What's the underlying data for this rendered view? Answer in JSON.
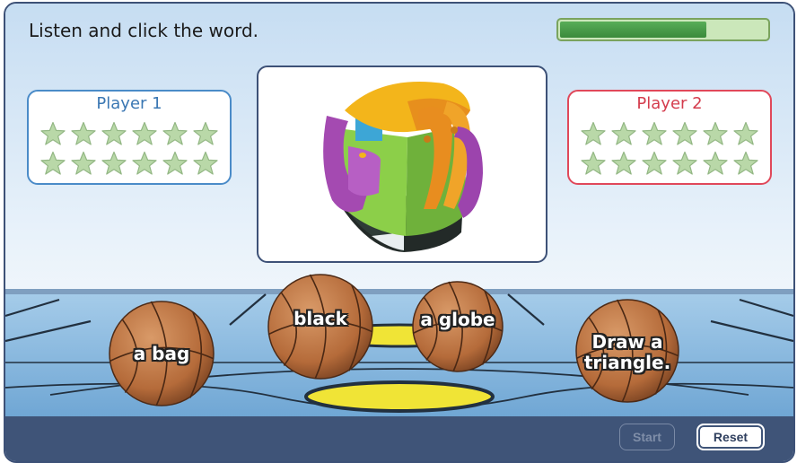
{
  "instruction": "Listen and click the word.",
  "progress": 0.71,
  "players": [
    {
      "label": "Player 1",
      "stars_total": 12,
      "color": "#3a77b3"
    },
    {
      "label": "Player 2",
      "stars_total": 12,
      "color": "#d43c4d"
    }
  ],
  "picture": {
    "icon": "backpack-icon"
  },
  "answers": [
    {
      "label": "a bag"
    },
    {
      "label": "black"
    },
    {
      "label": "a globe"
    },
    {
      "label": "Draw a triangle."
    }
  ],
  "buttons": {
    "start": "Start",
    "reset": "Reset"
  },
  "colors": {
    "star": "#b9d8a8",
    "footer": "#3f5478",
    "court": "#8fbde0",
    "ball": "#b56b3a"
  }
}
